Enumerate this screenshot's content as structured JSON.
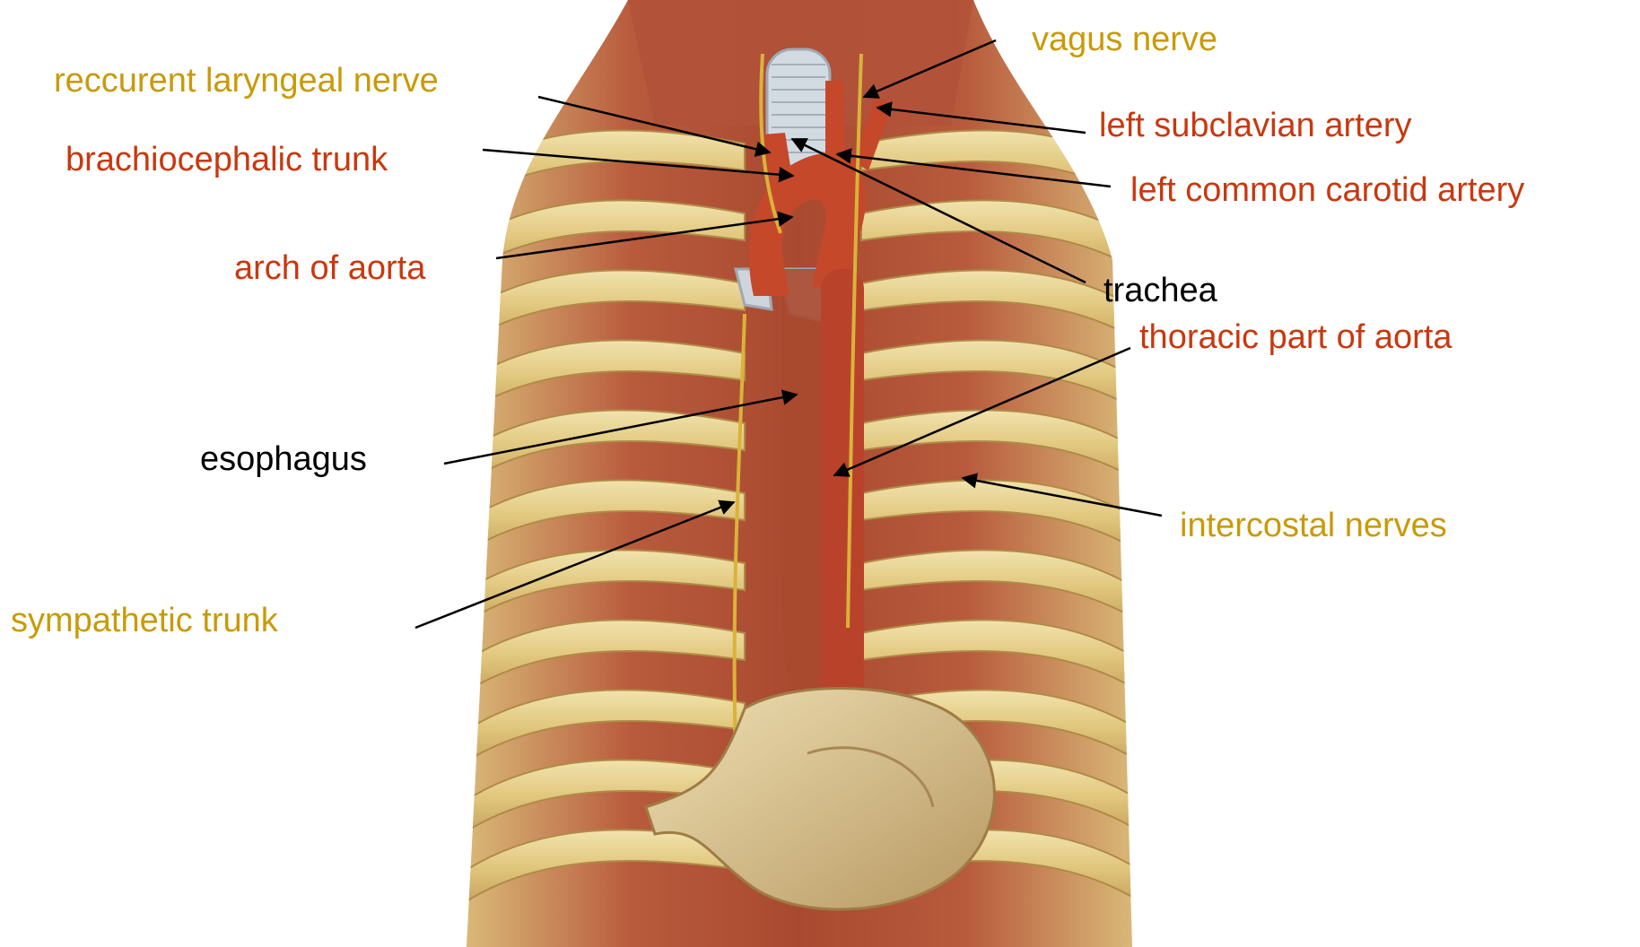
{
  "colors": {
    "nerve": "#c99a08",
    "artery": "#c9380f",
    "other": "#000000",
    "muscle": "#b5553a",
    "rib": "#e4cf8c",
    "trachea": "#cfd6dc",
    "aorta": "#b8462a",
    "stomach": "#ddc89a"
  },
  "labels": {
    "vagus_nerve": "vagus nerve",
    "reccurent_laryngeal_nerve": "reccurent laryngeal nerve",
    "left_subclavian_artery": "left subclavian artery",
    "brachiocephalic_trunk": "brachiocephalic trunk",
    "left_common_carotid_artery": "left common carotid artery",
    "arch_of_aorta": "arch of aorta",
    "trachea": "trachea",
    "thoracic_part_of_aorta": "thoracic part of aorta",
    "esophagus": "esophagus",
    "intercostal_nerves": "intercostal nerves",
    "sympathetic_trunk": "sympathetic trunk"
  }
}
